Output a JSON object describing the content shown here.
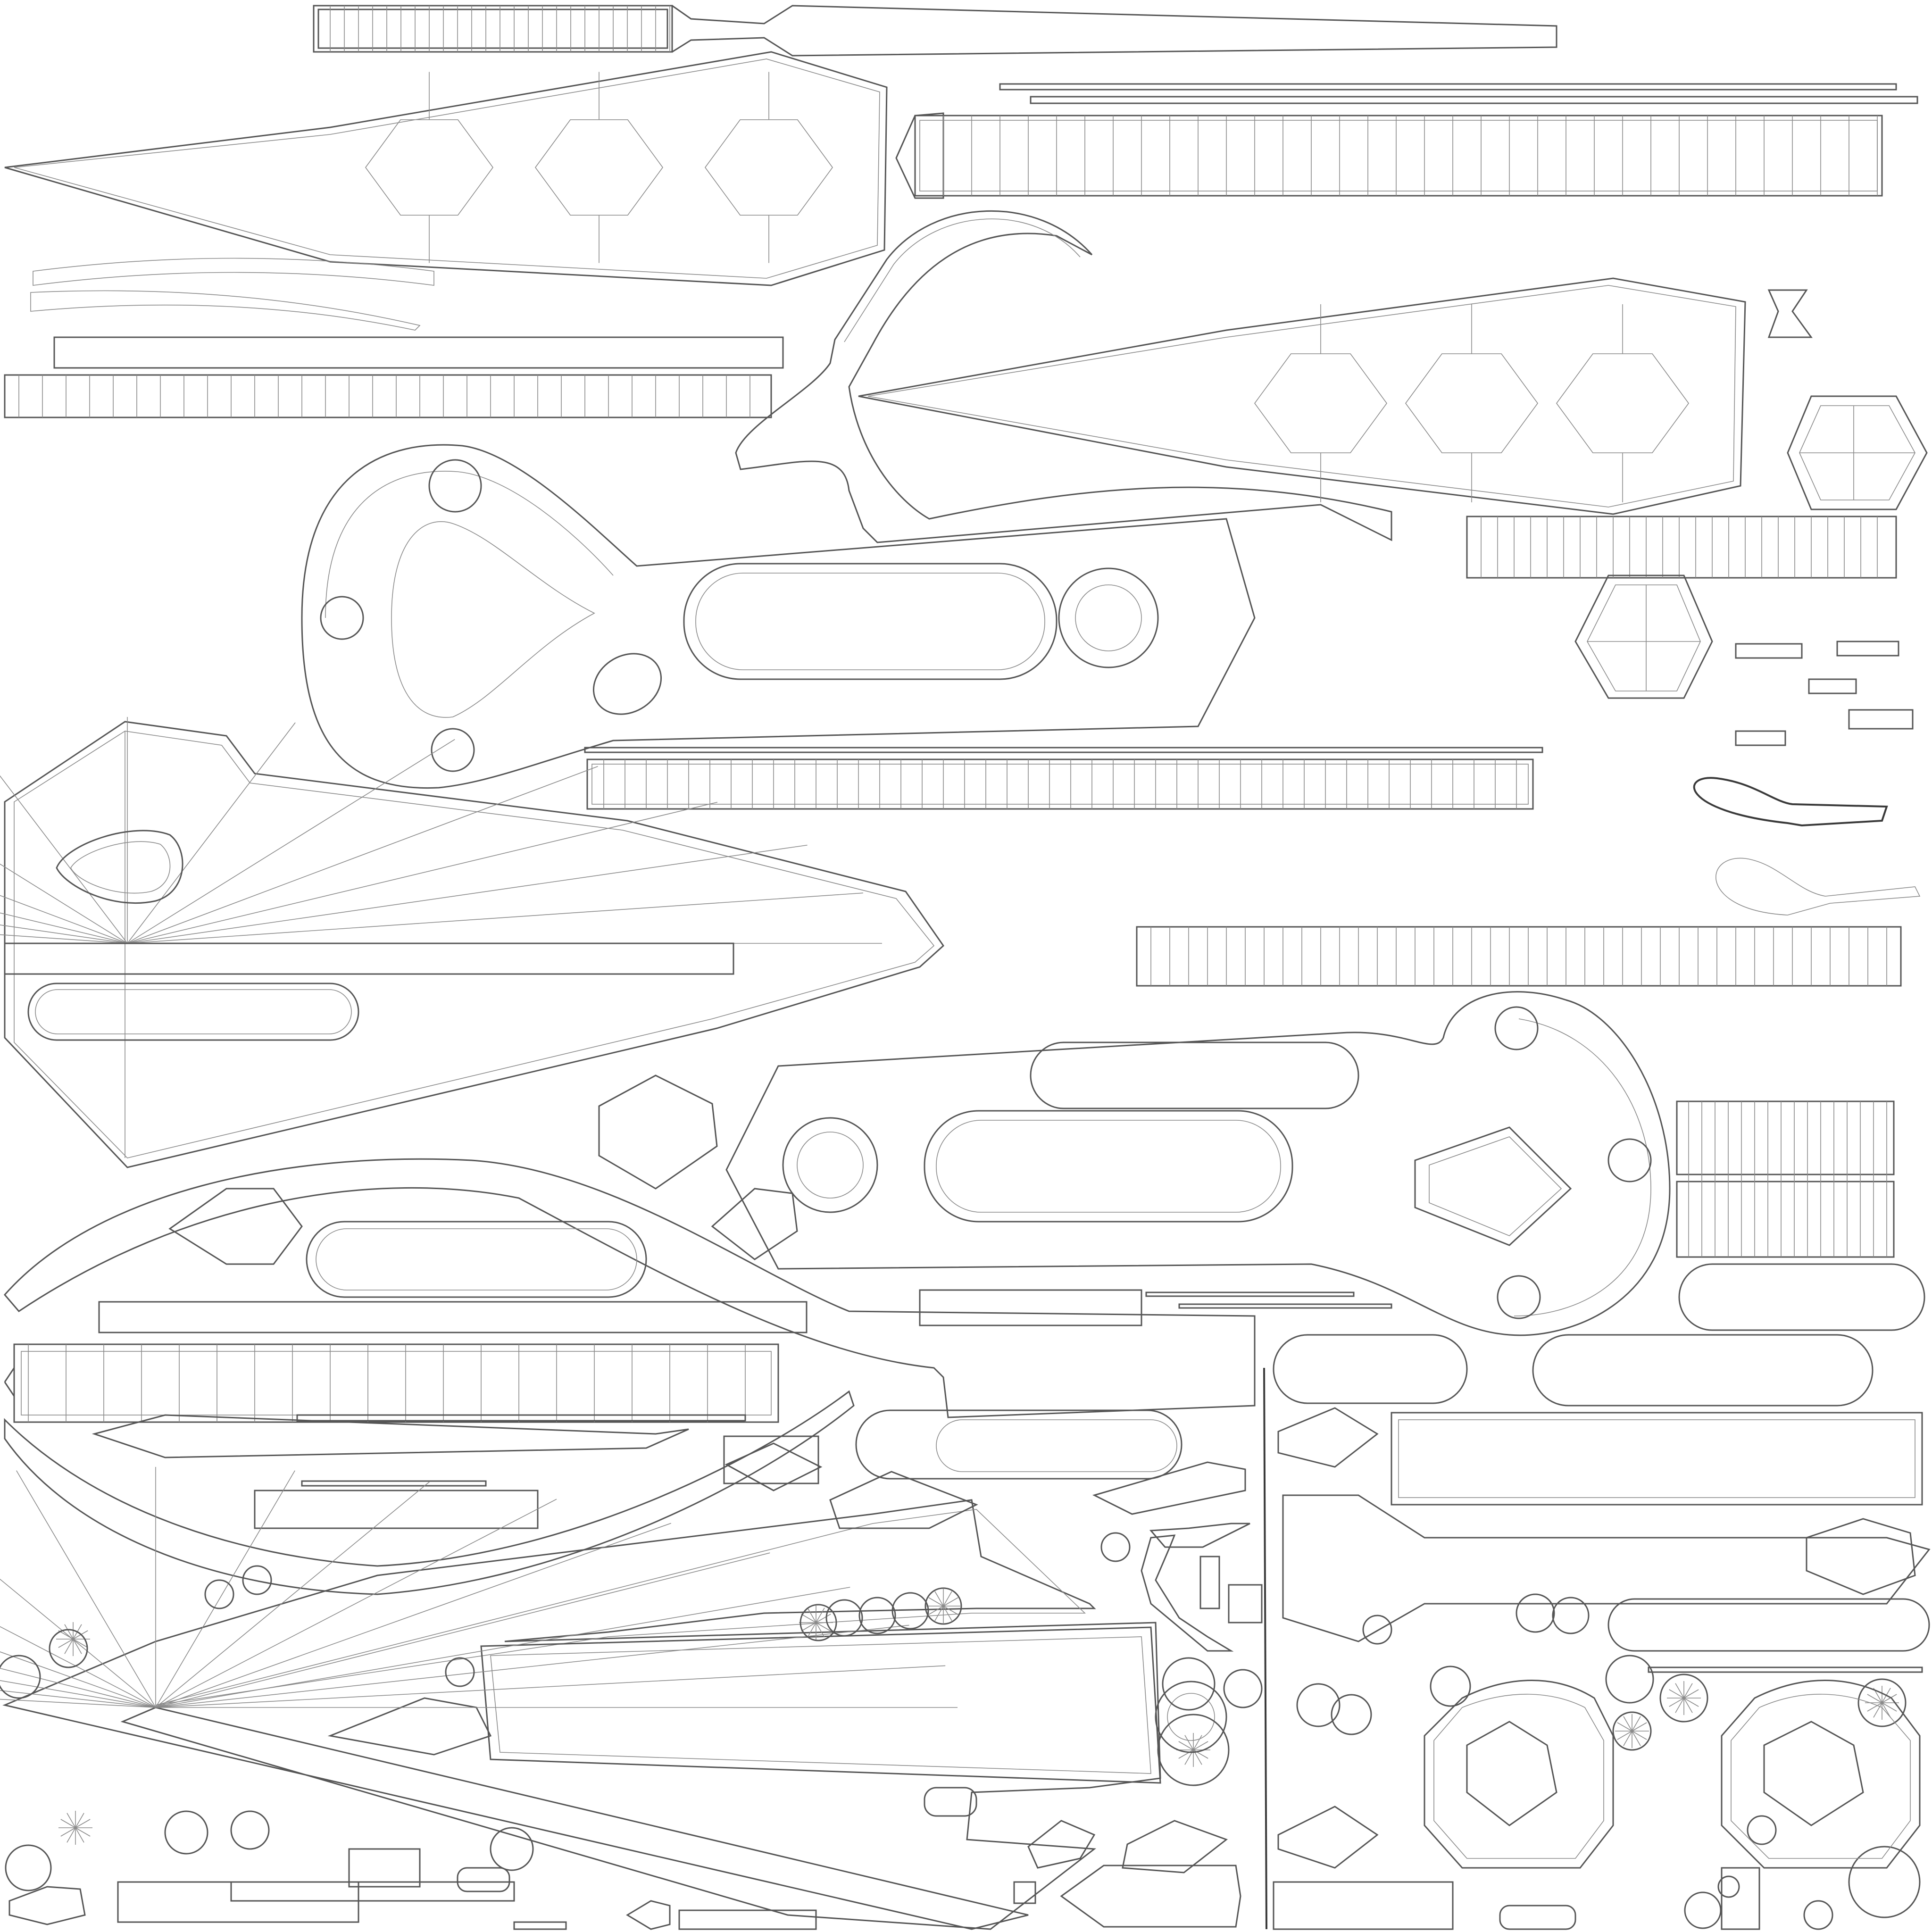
{
  "document": {
    "kind": "UV texture layout (wireframe)",
    "background": "#ffffff",
    "line_color": "#555555",
    "visible_text": []
  },
  "islands": [
    {
      "name": "blade-strip-top"
    },
    {
      "name": "blade-panel-top-left"
    },
    {
      "name": "hilt-strip-top-right"
    },
    {
      "name": "hilt-wire-strip"
    },
    {
      "name": "blade-panel-center-right"
    },
    {
      "name": "curved-strip-upper"
    },
    {
      "name": "guard-ring-upper"
    },
    {
      "name": "guard-ring-lower"
    },
    {
      "name": "long-strip-left"
    },
    {
      "name": "pointed-blade-middle-left"
    },
    {
      "name": "pointed-blade-bottom"
    },
    {
      "name": "hexagon-cap-top-right"
    },
    {
      "name": "hexagon-cap-mid-right"
    },
    {
      "name": "wire-loop-right"
    },
    {
      "name": "round-caps-bottom"
    }
  ]
}
